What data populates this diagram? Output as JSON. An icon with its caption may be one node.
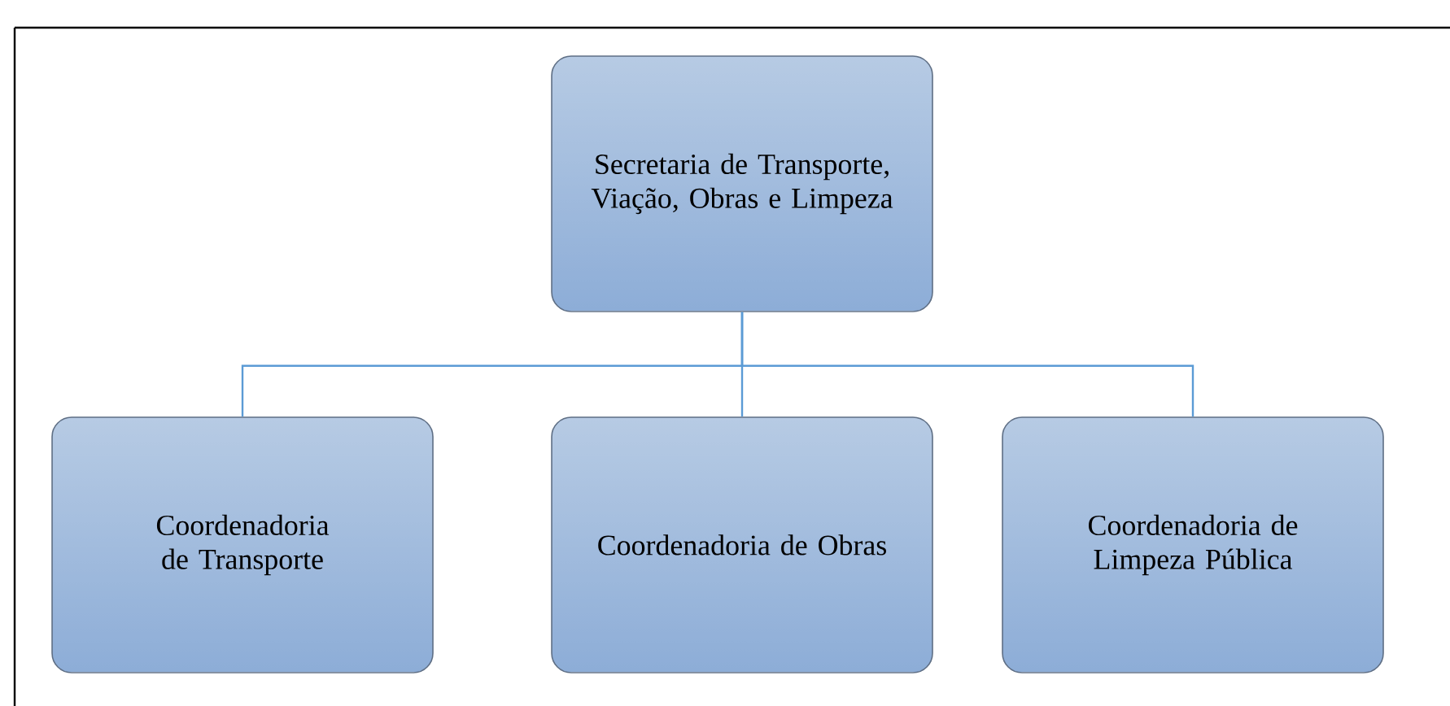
{
  "diagram": {
    "nodes": [
      {
        "text": [
          "Secretaria de Transporte, Viação, Obras e Limpeza"
        ]
      },
      {
        "text": [
          "Coordenadoria de Transporte"
        ]
      },
      {
        "text": [
          "Coordenadoria de Obras"
        ]
      },
      {
        "text": [
          "Coordenadoria de Limpeza Pública"
        ]
      }
    ],
    "edges": [
      {
        "from": 0,
        "to": 1,
        "arrow": "none"
      },
      {
        "from": 0,
        "to": 2,
        "arrow": "none"
      },
      {
        "from": 0,
        "to": 3,
        "arrow": "none"
      }
    ]
  }
}
